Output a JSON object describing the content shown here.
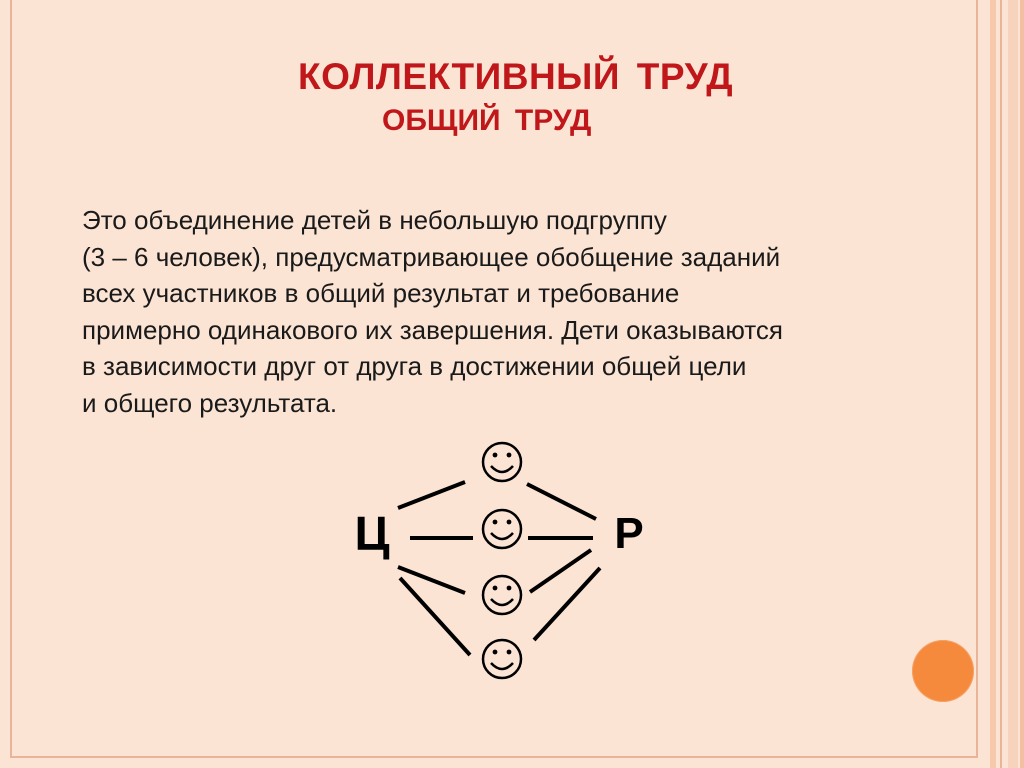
{
  "slide": {
    "title": "КОЛЛЕКТИВНЫЙ  ТРУД",
    "subtitle": "ОБЩИЙ  ТРУД",
    "body_lines": [
      "Это объединение детей в небольшую подгруппу",
      "(3 – 6 человек), предусматривающее обобщение заданий",
      "всех участников в общий результат  и требование",
      "примерно одинакового их завершения. Дети оказываются",
      "в зависимости друг от друга в достижении общей цели",
      "и общего результата."
    ]
  },
  "diagram": {
    "left_node": "Ц",
    "right_node": "Р",
    "smiley_glyph": "☺",
    "smiley_count": 4,
    "accent_color": "#c0171b",
    "dot_color": "#f58a3c"
  }
}
